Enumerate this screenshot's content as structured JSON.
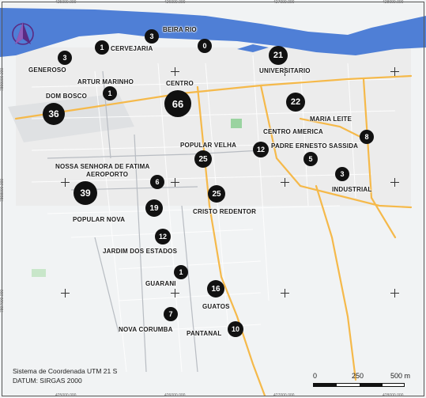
{
  "map": {
    "background_color": "#f1f3f4",
    "river_color": "#4f7fd6",
    "road_color": "#f5b94a",
    "coords_top": [
      "425000.000",
      "426000.000",
      "427000.000",
      "428000.000"
    ],
    "coords_bottom": [
      "425000.000",
      "426000.000",
      "427000.000",
      "428000.000"
    ],
    "coords_left": [
      "7899000.000",
      "7898000.000",
      "7897000.000"
    ],
    "points": [
      {
        "value": "1",
        "size": "small"
      },
      {
        "value": "3",
        "size": "small"
      },
      {
        "value": "0",
        "size": "small"
      },
      {
        "value": "3",
        "size": "small"
      },
      {
        "value": "21",
        "size": "medium"
      },
      {
        "value": "1",
        "size": "small"
      },
      {
        "value": "66",
        "size": "large"
      },
      {
        "value": "36",
        "size": "large"
      },
      {
        "value": "22",
        "size": "medium"
      },
      {
        "value": "8",
        "size": "small"
      },
      {
        "value": "12",
        "size": "small"
      },
      {
        "value": "25",
        "size": "medium"
      },
      {
        "value": "5",
        "size": "small"
      },
      {
        "value": "3",
        "size": "small"
      },
      {
        "value": "6",
        "size": "small"
      },
      {
        "value": "39",
        "size": "large"
      },
      {
        "value": "25",
        "size": "medium"
      },
      {
        "value": "19",
        "size": "medium"
      },
      {
        "value": "12",
        "size": "small"
      },
      {
        "value": "1",
        "size": "small"
      },
      {
        "value": "16",
        "size": "medium"
      },
      {
        "value": "7",
        "size": "small"
      },
      {
        "value": "10",
        "size": "small"
      }
    ],
    "labels": [
      "BEIRA RIO",
      "CERVEJARIA",
      "GENEROSO",
      "UNIVERSITARIO",
      "ARTUR MARINHO",
      "CENTRO",
      "DOM BOSCO",
      "MARIA LEITE",
      "CENTRO AMERICA",
      "PADRE ERNESTO SASSIDA",
      "POPULAR VELHA",
      "NOSSA SENHORA DE FATIMA",
      "AEROPORTO",
      "INDUSTRIAL",
      "CRISTO REDENTOR",
      "POPULAR NOVA",
      "JARDIM DOS ESTADOS",
      "GUARANI",
      "GUATOS",
      "NOVA CORUMBA",
      "PANTANAL"
    ]
  },
  "info": {
    "line1": "Sistema de Coordenada UTM 21 S",
    "line2": "DATUM: SIRGAS 2000"
  },
  "scale": {
    "tick0": "0",
    "tick1": "250",
    "tick2": "500 m"
  }
}
